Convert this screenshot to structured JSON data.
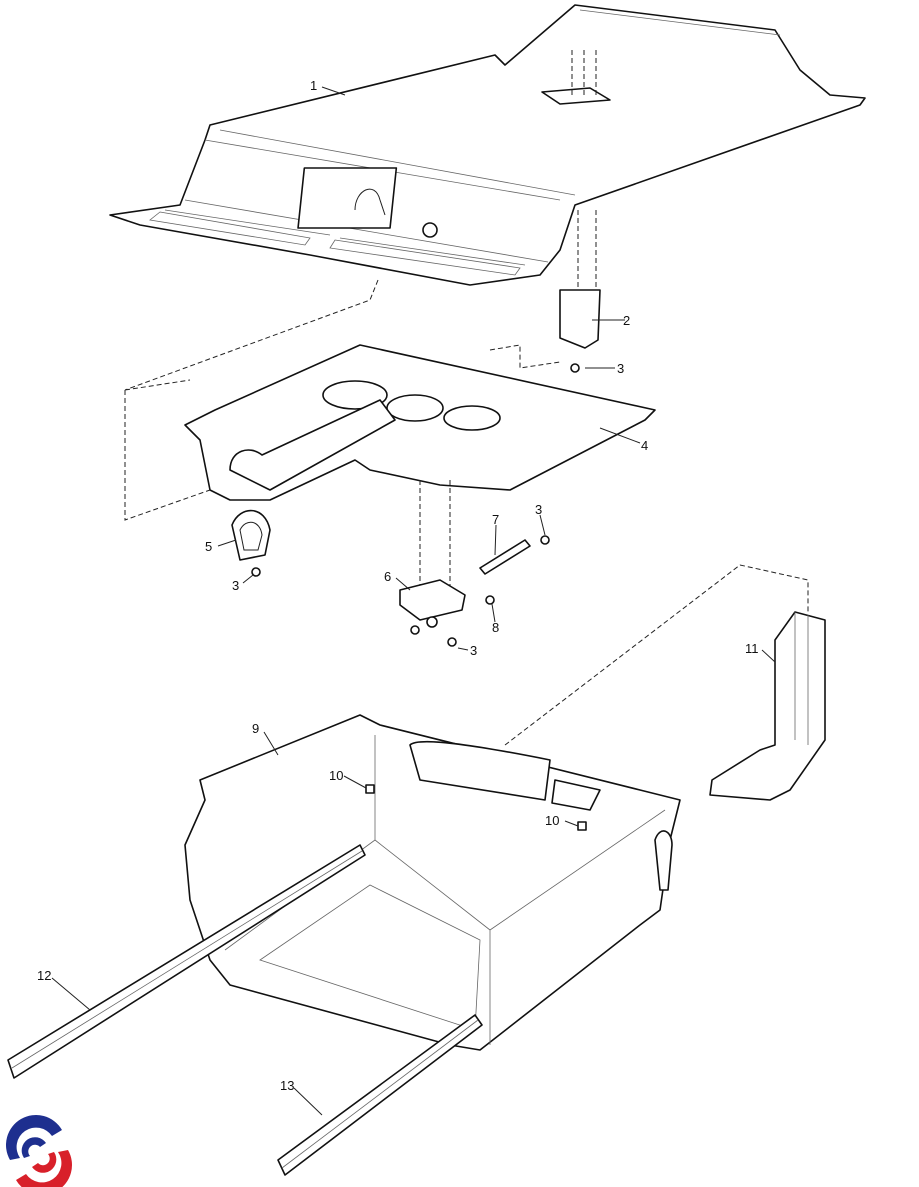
{
  "diagram": {
    "callouts": {
      "c1": "1",
      "c2": "2",
      "c3a": "3",
      "c3b": "3",
      "c3c": "3",
      "c3d": "3",
      "c4": "4",
      "c5": "5",
      "c6": "6",
      "c7": "7",
      "c8": "8",
      "c9": "9",
      "c10a": "10",
      "c10b": "10",
      "c11": "11",
      "c12": "12",
      "c13": "13"
    },
    "logo": {
      "colors": [
        "#1e2f8f",
        "#d8202a"
      ]
    }
  }
}
